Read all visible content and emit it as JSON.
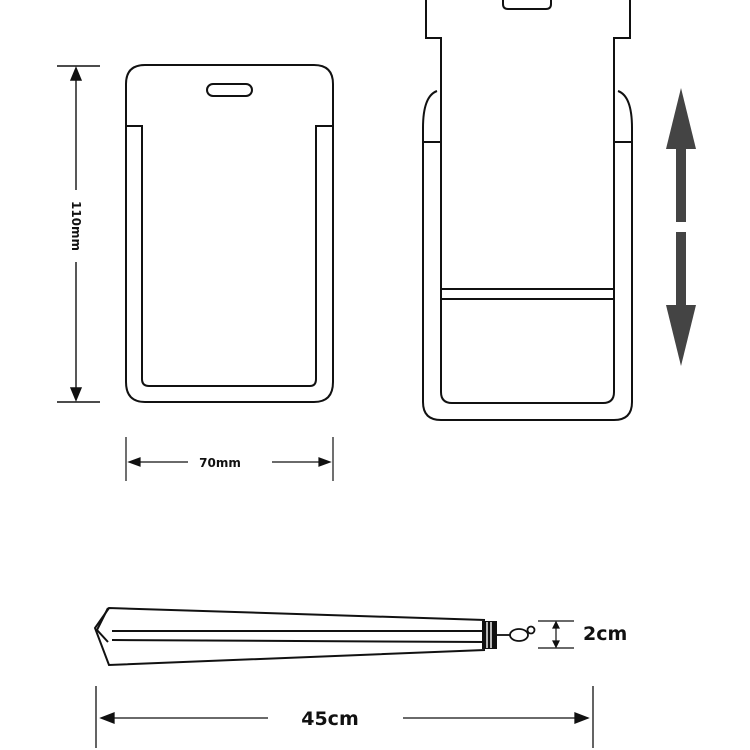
{
  "dimensions": {
    "height_label": "110mm",
    "width_label": "70mm",
    "lanyard_width_label": "2cm",
    "lanyard_length_label": "45cm"
  },
  "colors": {
    "stroke": "#111111",
    "arrow_fill": "#444444",
    "background": "#ffffff"
  },
  "icons": {
    "slide_direction": "double-vertical-arrow-icon",
    "lanyard_clip": "lobster-clasp-icon"
  }
}
